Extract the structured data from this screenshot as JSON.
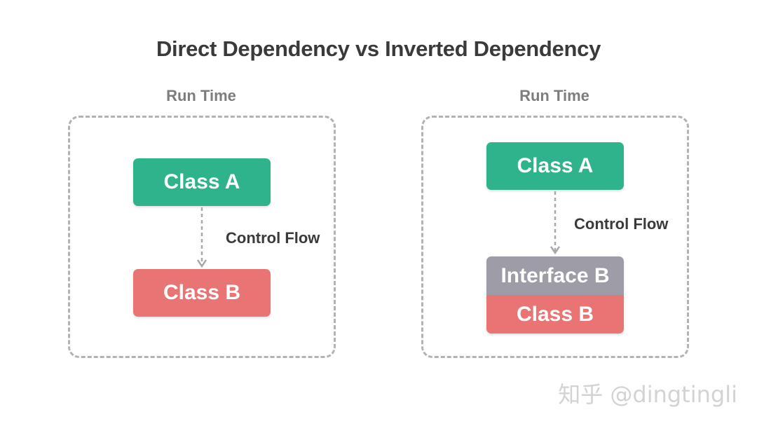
{
  "title": "Direct Dependency vs Inverted Dependency",
  "left": {
    "run_time": "Run Time",
    "class_a": "Class A",
    "class_b": "Class B",
    "control_flow": "Control Flow"
  },
  "right": {
    "run_time": "Run Time",
    "class_a": "Class A",
    "interface_b": "Interface B",
    "class_b": "Class B",
    "control_flow": "Control Flow"
  },
  "watermark": "知乎 @dingtingli",
  "colors": {
    "class_a": "#2fb38c",
    "class_b": "#e87474",
    "interface_b": "#9d9ca7",
    "frame": "#b3b3b3",
    "arrow": "#a9a9a9"
  }
}
